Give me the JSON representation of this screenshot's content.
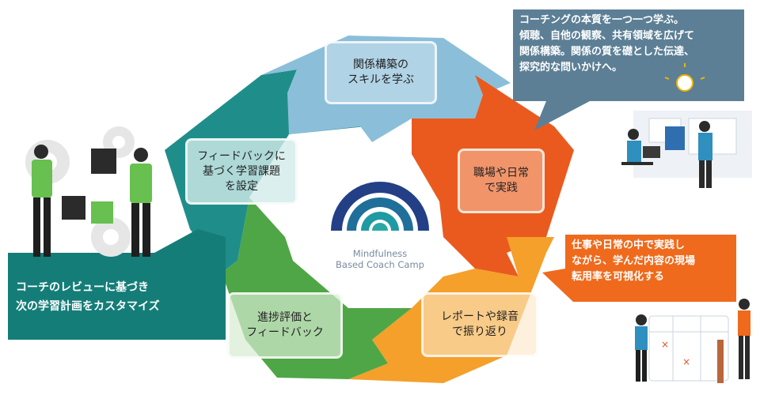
{
  "cycle": {
    "steps": [
      {
        "label": "関係構築の\nスキルを学ぶ",
        "color": "#8bbfd9"
      },
      {
        "label": "職場や日常\nで実践",
        "color": "#ea5a1e"
      },
      {
        "label": "レポートや録音\nで振り返り",
        "color": "#f4a02a"
      },
      {
        "label": "進捗評価と\nフィードバック",
        "color": "#4fa646"
      },
      {
        "label": "フィードバックに\n基づく学習課題\nを設定",
        "color": "#1f8e8a"
      }
    ]
  },
  "logo": {
    "line1": "Mindfulness",
    "line2": "Based Coach Camp"
  },
  "callouts": {
    "top_right": "コーチングの本質を一つ一つ学ぶ。\n傾聴、自他の観察、共有領域を広げて\n関係構築。関係の質を礎とした伝達、\n探究的な問いかけへ。",
    "mid_right": "仕事や日常の中で実践し\nながら、学んだ内容の現場\n転用率を可視化する",
    "left": "コーチのレビューに基づき\n次の学習計画をカスタマイズ"
  },
  "illustrations": {
    "left": "team-puzzle-illustration",
    "top_right": "meeting-idea-illustration",
    "bottom_right": "schedule-board-illustration"
  }
}
